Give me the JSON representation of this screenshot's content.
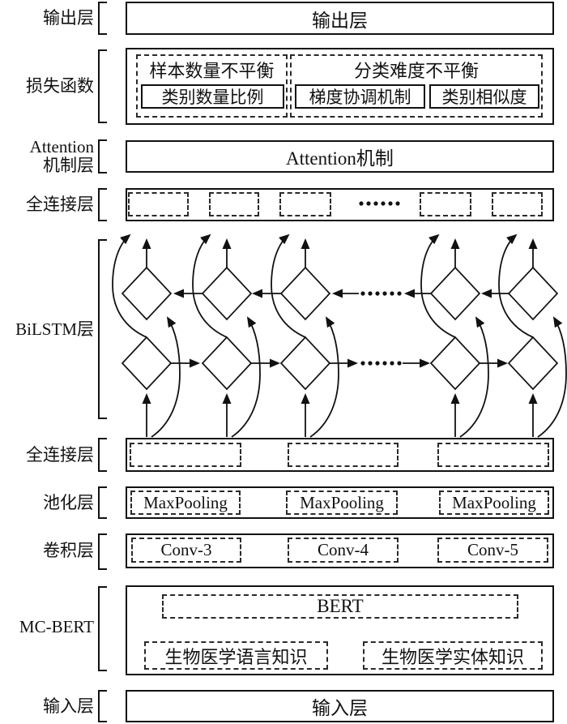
{
  "diagram": {
    "ellipsis": "……",
    "sidebar_labels": {
      "output": "输出层",
      "loss": "损失函数",
      "attention_line1": "Attention",
      "attention_line2": "机制层",
      "fc_upper": "全连接层",
      "bilstm": "BiLSTM层",
      "fc_lower": "全连接层",
      "pooling": "池化层",
      "conv": "卷积层",
      "mcbert": "MC-BERT",
      "input": "输入层"
    },
    "boxes": {
      "output": "输出层",
      "attention": "Attention机制",
      "input": "输入层"
    },
    "loss": {
      "group1": {
        "title": "样本数量不平衡",
        "item1": "类别数量比例"
      },
      "group2": {
        "title": "分类难度不平衡",
        "item1": "梯度协调机制",
        "item2": "类别相似度"
      }
    },
    "pooling": {
      "item1": "MaxPooling",
      "item2": "MaxPooling",
      "item3": "MaxPooling"
    },
    "conv": {
      "item1": "Conv-3",
      "item2": "Conv-4",
      "item3": "Conv-5"
    },
    "mcbert": {
      "bert": "BERT",
      "knowledge_left": "生物医学语言知识",
      "knowledge_right": "生物医学实体知识"
    }
  }
}
